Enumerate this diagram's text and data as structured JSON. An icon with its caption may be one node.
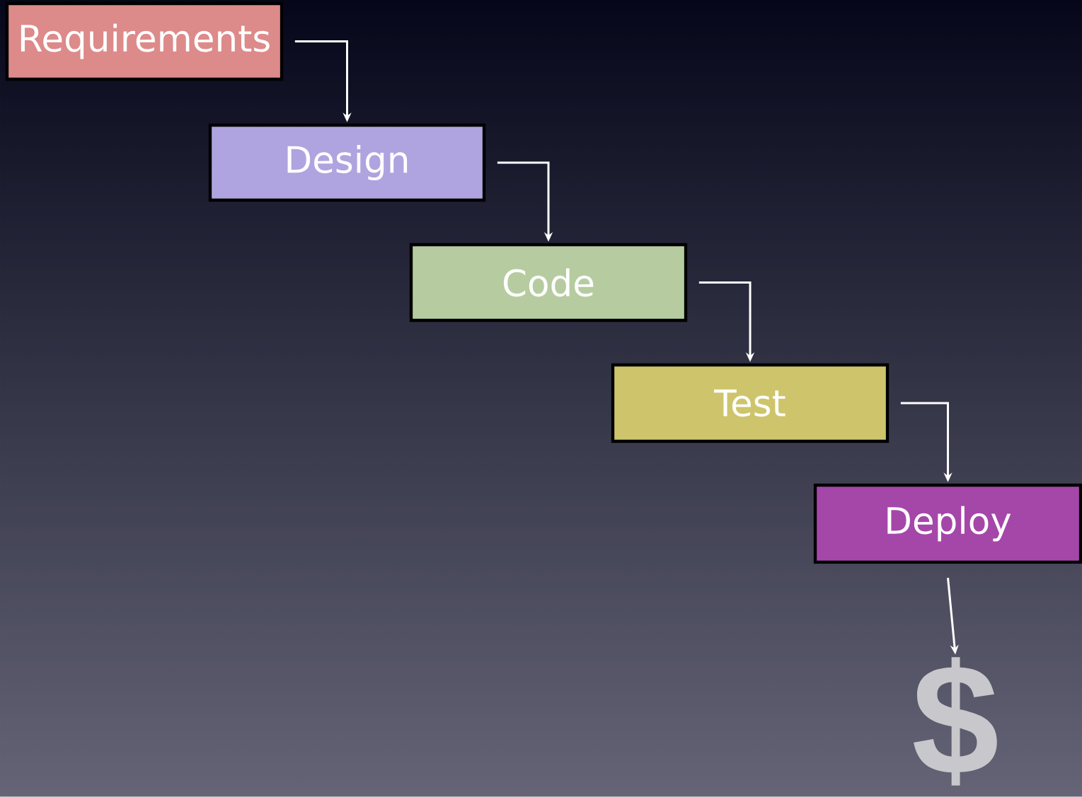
{
  "diagram": {
    "nodes": [
      {
        "text": [
          "Requirements"
        ]
      },
      {
        "text": [
          "Design"
        ]
      },
      {
        "text": [
          "Code"
        ]
      },
      {
        "text": [
          "Test"
        ]
      },
      {
        "text": [
          "Deploy"
        ]
      },
      {
        "text": [
          "$"
        ]
      }
    ],
    "edges": [
      {
        "from": 0,
        "to": 1,
        "arrow": "to"
      },
      {
        "from": 1,
        "to": 2,
        "arrow": "to"
      },
      {
        "from": 2,
        "to": 3,
        "arrow": "to"
      },
      {
        "from": 3,
        "to": 4,
        "arrow": "to"
      },
      {
        "from": 4,
        "to": 5,
        "arrow": "to"
      }
    ]
  }
}
